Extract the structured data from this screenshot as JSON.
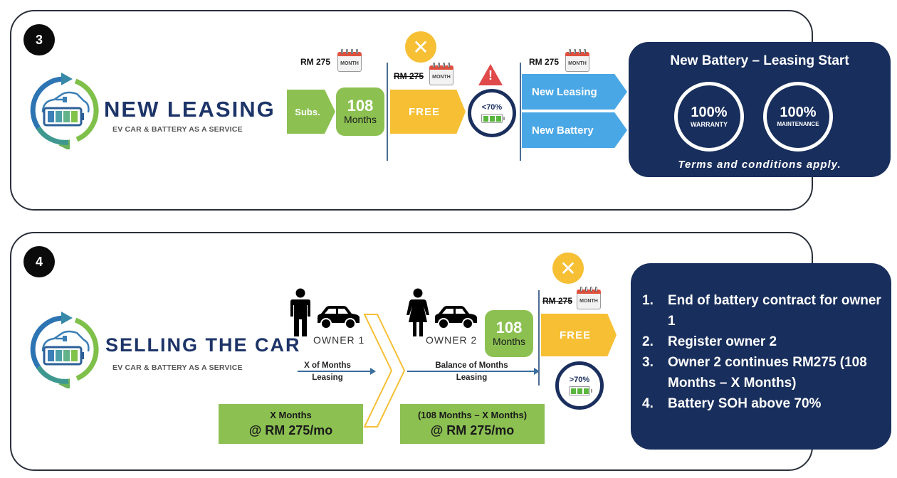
{
  "section3": {
    "step_number": "3",
    "logo_title": "NEW LEASING",
    "logo_subtitle": "EV CAR & BATTERY AS A SERVICE",
    "subs_label": "Subs.",
    "months_value": "108",
    "months_label": "Months",
    "price_1": "RM 275",
    "calendar_label": "MONTH",
    "price_struck": "RM 275",
    "free_label": "FREE",
    "battery_pct": "<70%",
    "price_3": "RM 275",
    "new_leasing_label": "New Leasing",
    "new_battery_label": "New Battery",
    "panel": {
      "title": "New Battery – Leasing Start",
      "stats": [
        {
          "value": "100%",
          "label": "WARRANTY"
        },
        {
          "value": "100%",
          "label": "MAINTENANCE"
        }
      ],
      "footnote": "Terms and conditions apply."
    }
  },
  "section4": {
    "step_number": "4",
    "logo_title": "SELLING THE CAR",
    "logo_subtitle": "EV CAR & BATTERY AS A SERVICE",
    "owner1_label": "OWNER 1",
    "owner2_label": "OWNER 2",
    "arrow1_label_line1": "X of Months",
    "arrow1_label_line2": "Leasing",
    "arrow2_label_line1": "Balance of Months",
    "arrow2_label_line2": "Leasing",
    "box1_line1": "X Months",
    "box1_line2": "@ RM 275/mo",
    "box2_line1": "(108 Months – X Months)",
    "box2_line2": "@ RM 275/mo",
    "months_value": "108",
    "months_label": "Months",
    "price_struck": "RM 275",
    "calendar_label": "MONTH",
    "free_label": "FREE",
    "battery_pct": ">70%",
    "list": [
      {
        "n": "1.",
        "text": "End of battery contract for owner 1"
      },
      {
        "n": "2.",
        "text": "Register owner 2"
      },
      {
        "n": "3.",
        "text": "Owner 2 continues RM275 (108 Months – X Months)"
      },
      {
        "n": "4.",
        "text": "Battery SOH above 70%"
      }
    ]
  },
  "colors": {
    "navy": "#182e5c",
    "green": "#8cc152",
    "yellow": "#f6bf34",
    "blue": "#4aa7e6",
    "warning_red": "#e04a4a"
  }
}
